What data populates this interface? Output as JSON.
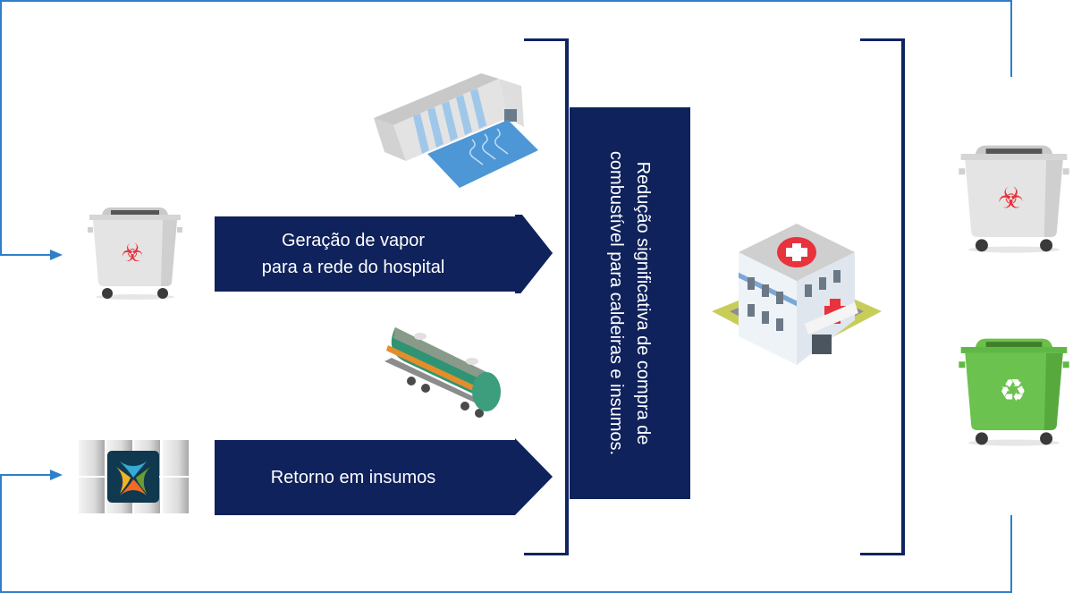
{
  "diagram": {
    "title": "",
    "colors": {
      "navy": "#0f225c",
      "flow_line": "#2f7fc8",
      "biohazard_red": "#e8323c",
      "recycle_green": "#58b947"
    },
    "arrows": [
      {
        "id": "steam",
        "label_line1": "Geração de vapor",
        "label_line2": "para a rede do hospital"
      },
      {
        "id": "supplies",
        "label": "Retorno em insumos"
      }
    ],
    "result_box": {
      "text": "Redução significativa de compra de combustível para caldeiras e insumos."
    },
    "illustrations": {
      "left_top": "biohazard-waste-container",
      "left_bottom": "supply-rolls-with-logo",
      "dam": "hydroelectric-dam",
      "tank_car": "fuel-tank-rail-car",
      "hospital": "hospital-building",
      "right_top": "biohazard-waste-container",
      "right_bottom": "recycling-container"
    }
  }
}
